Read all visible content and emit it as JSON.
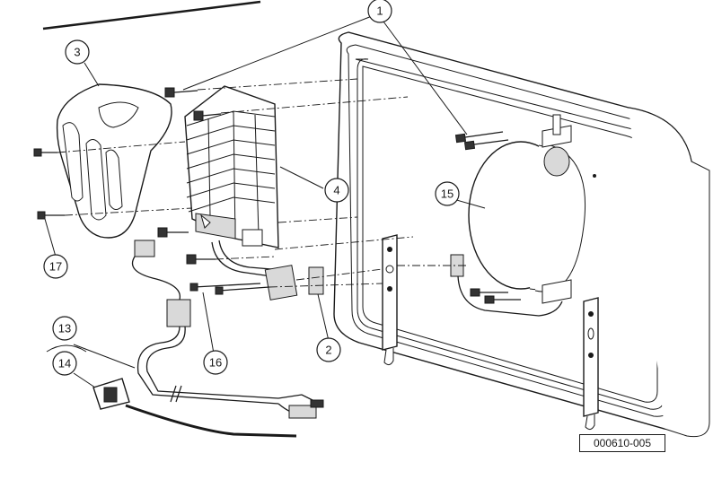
{
  "callouts": {
    "c1": "1",
    "c2": "2",
    "c3": "3",
    "c4": "4",
    "c13": "13",
    "c14": "14",
    "c15": "15",
    "c16": "16",
    "c17": "17"
  },
  "figure_id": "000610-005"
}
